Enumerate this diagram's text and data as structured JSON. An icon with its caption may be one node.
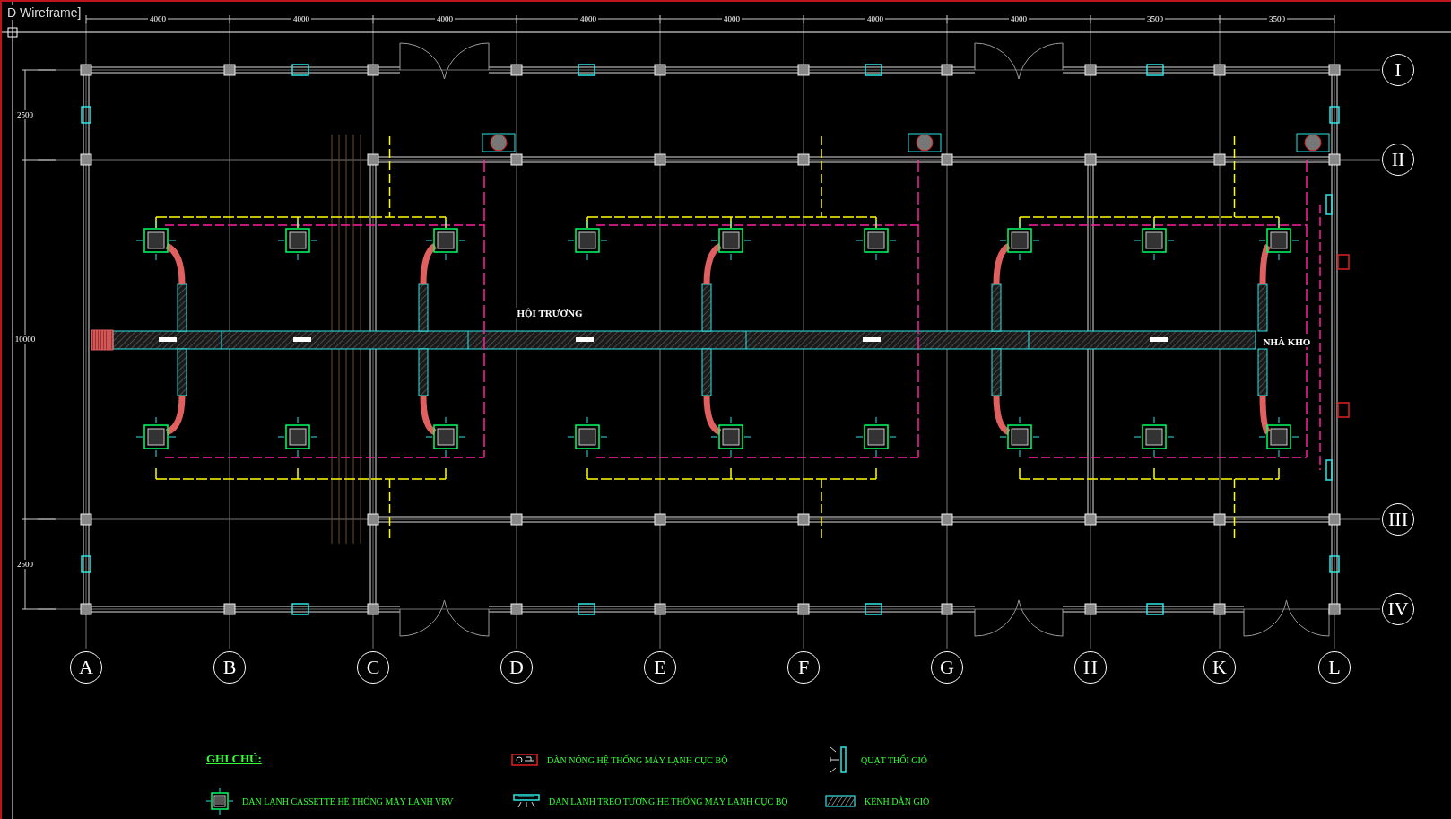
{
  "diagram": {
    "nodes": [
      {
        "text": [
          "I"
        ]
      },
      {
        "text": [
          "II"
        ]
      },
      {
        "text": [
          "III"
        ]
      },
      {
        "text": [
          "IV"
        ]
      },
      {
        "text": [
          "A"
        ]
      },
      {
        "text": [
          "B"
        ]
      },
      {
        "text": [
          "C"
        ]
      },
      {
        "text": [
          "D"
        ]
      },
      {
        "text": [
          "E"
        ]
      },
      {
        "text": [
          "F"
        ]
      },
      {
        "text": [
          "G"
        ]
      },
      {
        "text": [
          "H"
        ]
      },
      {
        "text": [
          "K"
        ]
      },
      {
        "text": [
          "L"
        ]
      }
    ],
    "labels": [
      "D Wireframe]",
      "4000",
      "4000",
      "4000",
      "4000",
      "4000",
      "4000",
      "4000",
      "3500",
      "3500",
      "2500",
      "10000",
      "2500",
      "HỘI TRƯỜNG",
      "NHÀ KHO",
      "GHI CHÚ:"
    ],
    "legend": [
      {
        "text": "DÀN NÓNG HỆ THỐNG MÁY LẠNH CỤC BỘ"
      },
      {
        "text": "QUẠT THỔI GIÓ"
      },
      {
        "text": "DÀN LẠNH CASSETTE HỆ THỐNG MÁY LẠNH VRV"
      },
      {
        "text": "DÀN LẠNH TREO TƯỜNG HỆ THỐNG MÁY LẠNH CỤC BỘ"
      },
      {
        "text": "KÊNH DẪN GIÓ"
      }
    ]
  }
}
